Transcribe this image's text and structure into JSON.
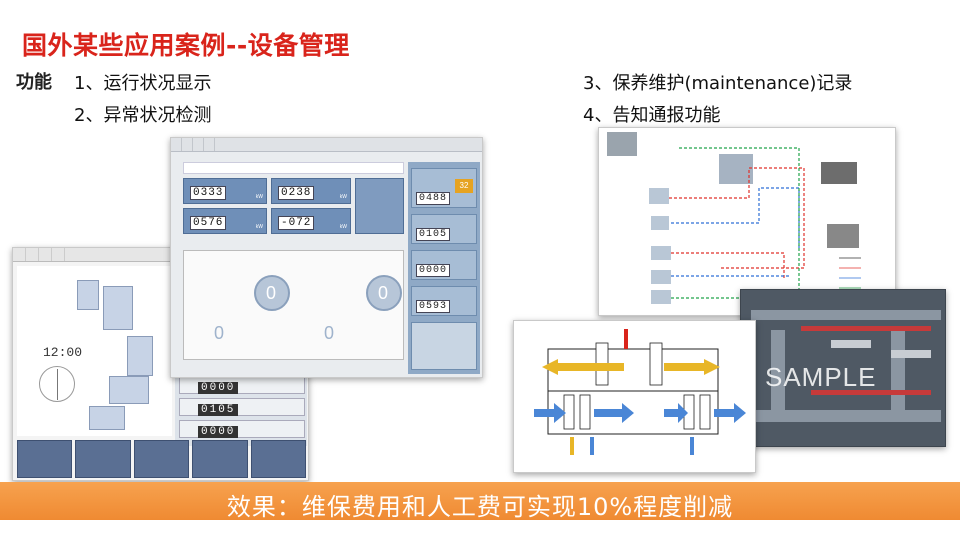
{
  "slide": {
    "title": "国外某些应用案例--设备管理",
    "features_label": "功能",
    "features": [
      "1、运行状况显示",
      "2、异常状况检测",
      "3、保养维护(maintenance)记录",
      "4、告知通报功能"
    ],
    "banner": "效果：维保费用和人工费可实现10%程度削减"
  },
  "screenshots": {
    "left": {
      "clock": "12:00",
      "readouts": [
        "0000",
        "0105",
        "0000"
      ]
    },
    "middle": {
      "readouts": [
        "0333",
        "0238",
        "0576",
        "-072"
      ],
      "gauges": [
        "0",
        "0",
        "0",
        "0"
      ],
      "right_readouts": [
        "0488",
        "0105",
        "0000",
        "0593"
      ],
      "right_percent": "32"
    },
    "photo": {
      "watermark": "SAMPLE"
    }
  },
  "colors": {
    "title": "#d9241b",
    "banner": "#ef8a32"
  }
}
